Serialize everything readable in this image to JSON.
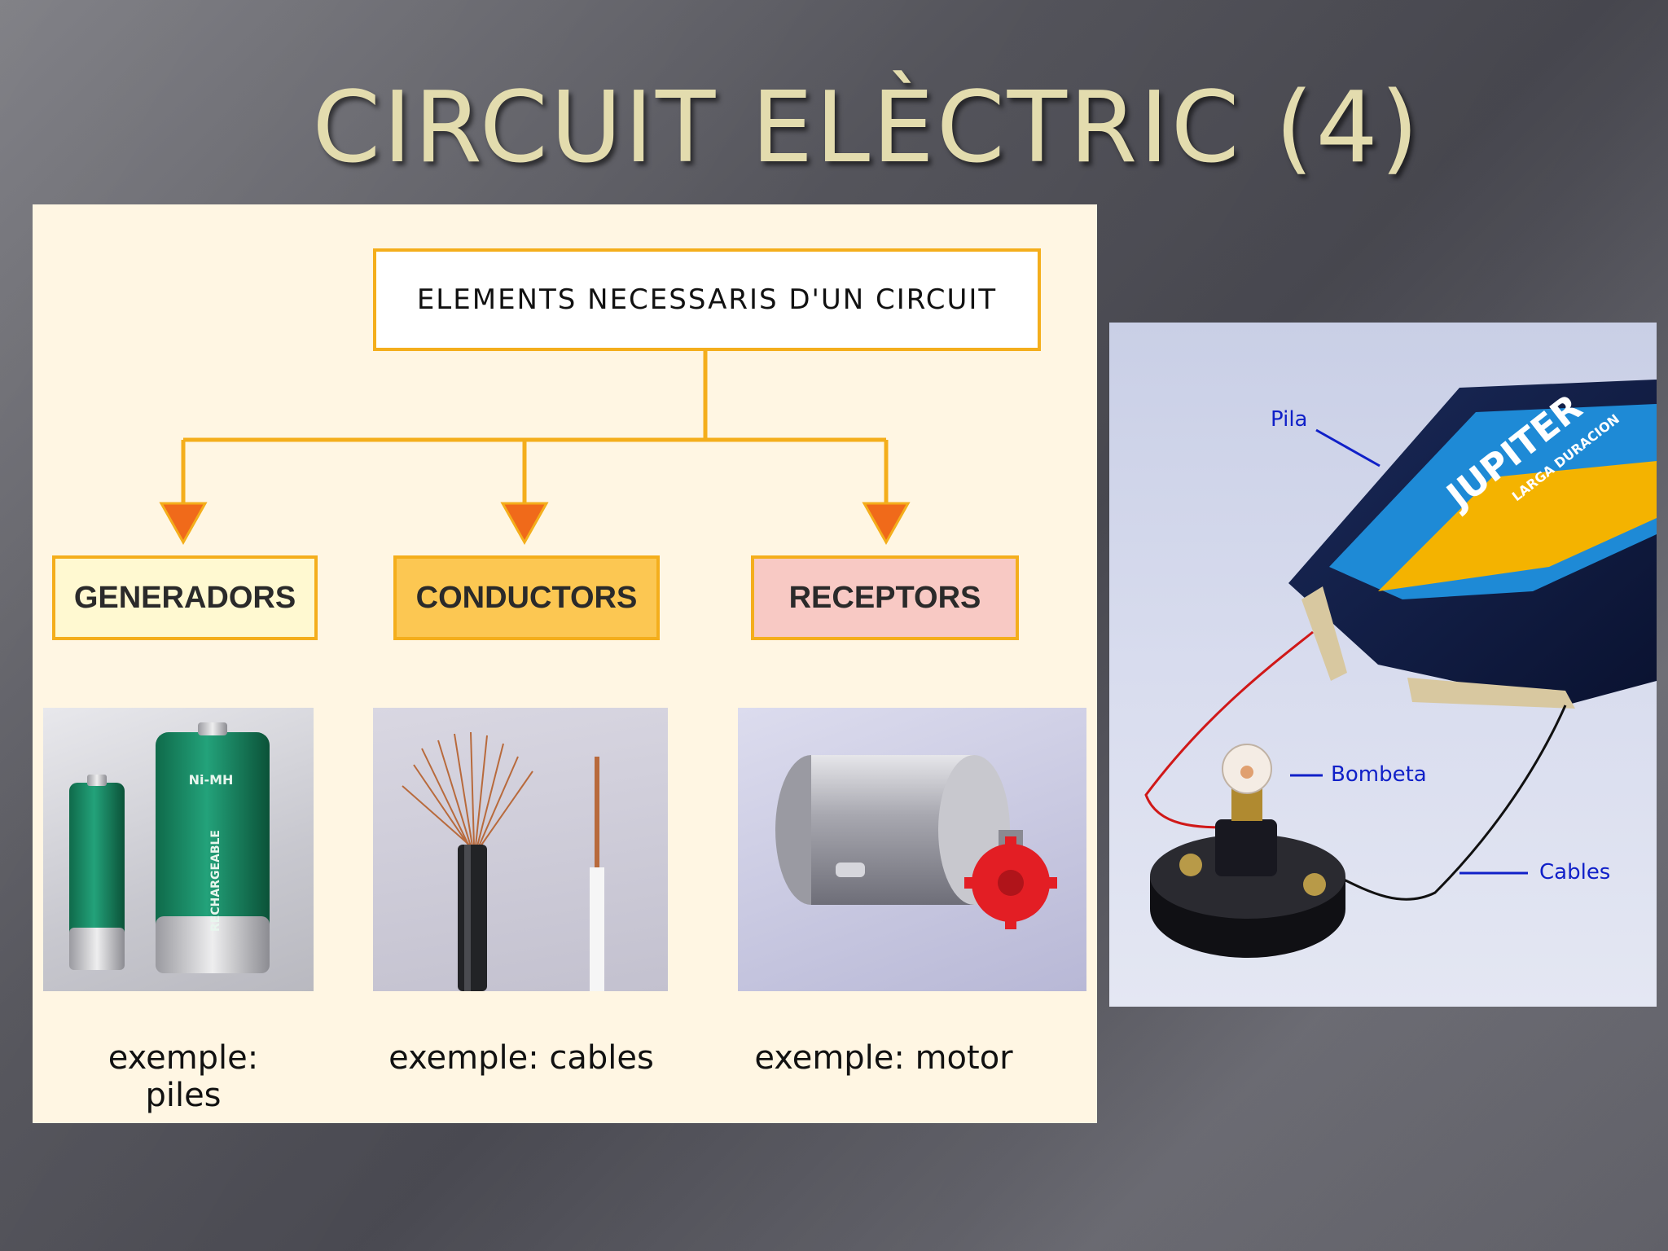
{
  "slide": {
    "title": "CIRCUIT ELÈCTRIC (4)"
  },
  "diagram": {
    "header": "ELEMENTS NECESSARIS D'UN CIRCUIT",
    "categories": [
      {
        "label": "GENERADORS",
        "example": "exemple: piles"
      },
      {
        "label": "CONDUCTORS",
        "example": "exemple: cables"
      },
      {
        "label": "RECEPTORS",
        "example": "exemple: motor"
      }
    ],
    "colors": {
      "border": "#f4ae1c",
      "arrow": "#f06a1a",
      "generadors_fill": "#fff9d1",
      "conductors_fill": "#fcc752",
      "receptors_fill": "#f8c9c4"
    }
  },
  "battery_photo": {
    "labels": [
      "Ni-MH",
      "RECHARGEABLE"
    ]
  },
  "circuit_photo": {
    "brand": "JUPITER",
    "brand_sub": "LARGA DURACION",
    "labels": {
      "pila": "Pila",
      "bombeta": "Bombeta",
      "cables": "Cables"
    }
  }
}
